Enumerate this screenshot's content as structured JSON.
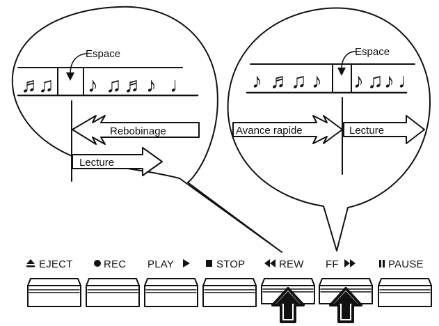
{
  "colors": {
    "ink": "#111111",
    "paper": "#ffffff"
  },
  "left_bubble": {
    "gap_label": "Espace",
    "notes_before": [
      "♬",
      "♫"
    ],
    "notes_after": [
      "♪",
      "♫",
      "♬",
      "♪",
      "♩"
    ],
    "arrow_back_label": "Rebobinage",
    "arrow_play_label": "Lecture"
  },
  "right_bubble": {
    "gap_label": "Espace",
    "notes_before": [
      "♪",
      "♬",
      "♫",
      "♪"
    ],
    "notes_after": [
      "♪",
      "♫",
      "♪",
      "♩"
    ],
    "arrow_ff_label": "Avance rapide",
    "arrow_play_label": "Lecture"
  },
  "buttons": [
    {
      "id": "eject",
      "icon": "eject-icon",
      "label": "EJECT",
      "pressed": false
    },
    {
      "id": "rec",
      "icon": "record-dot-icon",
      "label": "REC",
      "pressed": false
    },
    {
      "id": "play",
      "icon": "play-triangle-icon",
      "label": "PLAY",
      "pressed": false
    },
    {
      "id": "stop",
      "icon": "stop-square-icon",
      "label": "STOP",
      "pressed": false
    },
    {
      "id": "rew",
      "icon": "rewind-icon",
      "label": "REW",
      "pressed": true
    },
    {
      "id": "ff",
      "icon": "fast-forward-icon",
      "label": "FF",
      "pressed": true
    },
    {
      "id": "pause",
      "icon": "pause-icon",
      "label": "PAUSE",
      "pressed": false
    }
  ]
}
